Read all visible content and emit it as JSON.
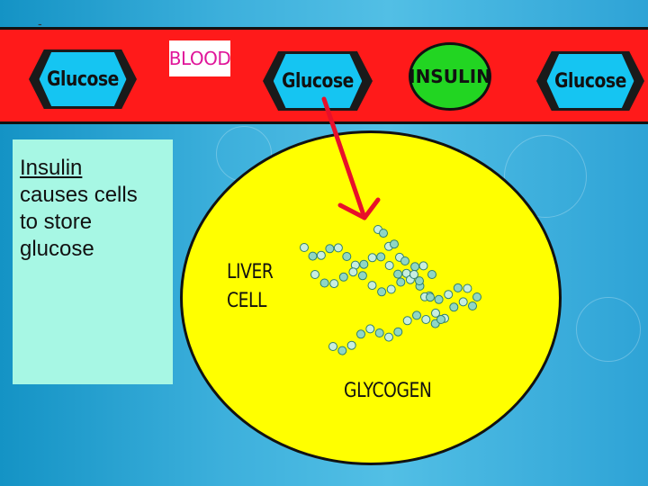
{
  "top_mark": "-",
  "blood": {
    "label": "BLOOD",
    "items": [
      {
        "label": "Glucose"
      },
      {
        "label": "Glucose"
      },
      {
        "label": "INSULIN"
      },
      {
        "label": "Glucose"
      }
    ]
  },
  "caption": {
    "line1": "Insulin",
    "line2": "causes cells",
    "line3": "to store",
    "line4": "glucose"
  },
  "cell": {
    "label_line1": "LIVER",
    "label_line2": "CELL",
    "glycogen_label": "GLYCOGEN"
  },
  "colors": {
    "blood_band": "#ff1a1a",
    "glucose_hex": "#15c5f2",
    "insulin": "#22d522",
    "liver_cell": "#ffff00",
    "text_box": "#a7f7e4",
    "arrow": "#e8102a",
    "blood_label_text": "#e0169a"
  }
}
